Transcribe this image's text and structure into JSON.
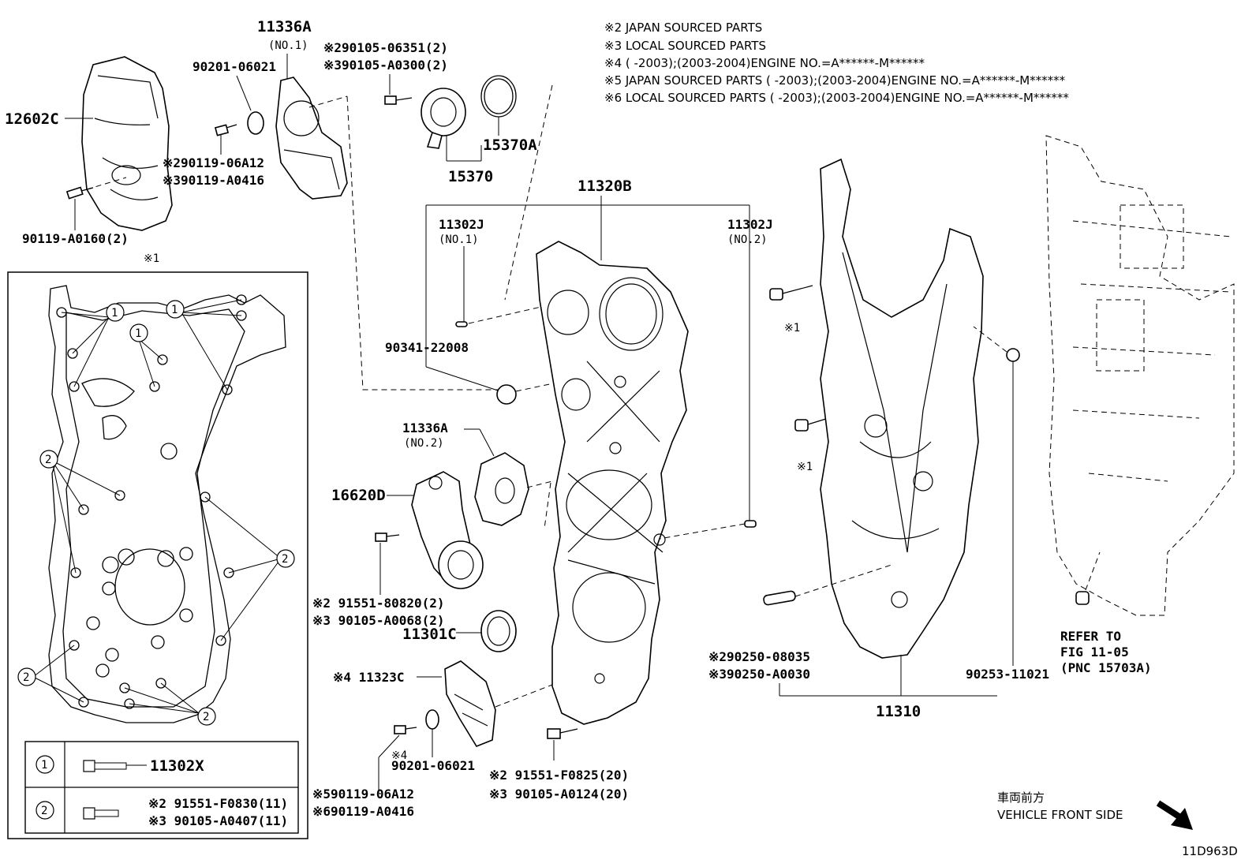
{
  "notes": [
    "※2 JAPAN SOURCED PARTS",
    "※3 LOCAL SOURCED PARTS",
    "※4 (      -2003);(2003-2004)ENGINE NO.=A******-M******",
    "※5 JAPAN SOURCED PARTS (      -2003);(2003-2004)ENGINE NO.=A******-M******",
    "※6 LOCAL SOURCED PARTS (      -2003);(2003-2004)ENGINE NO.=A******-M******"
  ],
  "labels": {
    "p12602C": "12602C",
    "p11336A_1": "11336A",
    "no1_a": "(NO.1)",
    "p90201_a": "90201-06021",
    "p90105_06351": "※290105-06351(2)",
    "p90105_A0300": "※390105-A0300(2)",
    "p15370A": "15370A",
    "p15370": "15370",
    "p90119_06A12_a": "※290119-06A12",
    "p90119_A0416_a": "※390119-A0416",
    "p90119_A0160": "90119-A0160(2)",
    "star1_top": "※1",
    "p11320B": "11320B",
    "p11302J_1": "11302J",
    "no1_b": "(NO.1)",
    "p11302J_2": "11302J",
    "no2_b": "(NO.2)",
    "p90341": "90341-22008",
    "p11336A_2": "11336A",
    "no2_a": "(NO.2)",
    "p16620D": "16620D",
    "p91551_80820": "※2 91551-80820(2)",
    "p90105_A0068": "※3 90105-A0068(2)",
    "p11301C": "11301C",
    "p11323C": "※4 11323C",
    "star4": "※4",
    "p90201_b": "90201-06021",
    "p90119_06A12_b": "※590119-06A12",
    "p90119_A0416_b": "※690119-A0416",
    "p91551_F0825": "※2 91551-F0825(20)",
    "p90105_A0124": "※3 90105-A0124(20)",
    "star1_a": "※1",
    "star1_b": "※1",
    "p90250_08035": "※290250-08035",
    "p90250_A0030": "※390250-A0030",
    "p11310": "11310",
    "p90253": "90253-11021",
    "refer1": "REFER TO",
    "refer2": "FIG 11-05",
    "refer3": "(PNC 15703A)",
    "front_jp": "車両前方",
    "front_en": "VEHICLE FRONT SIDE",
    "fig_code": "11D963D"
  },
  "legend": {
    "row1_num": "1",
    "row1_part": "11302X",
    "row2_num": "2",
    "row2_part_a": "※2 91551-F0830(11)",
    "row2_part_b": "※3 90105-A0407(11)"
  },
  "callouts": {
    "one": "1",
    "two": "2"
  }
}
